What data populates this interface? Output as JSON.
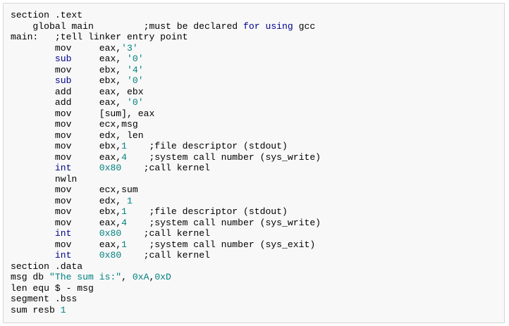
{
  "colors": {
    "background": "#f8f8f8",
    "border": "#d6d6d6",
    "plain": "#000000",
    "keyword": "#00008b",
    "literal": "#008080"
  },
  "code_lines": [
    [
      {
        "t": "section .text",
        "c": "pl"
      }
    ],
    [
      {
        "t": "    global main         ;must be declared ",
        "c": "pl"
      },
      {
        "t": "for",
        "c": "kw"
      },
      {
        "t": " ",
        "c": "pl"
      },
      {
        "t": "using",
        "c": "kw"
      },
      {
        "t": " gcc",
        "c": "pl"
      }
    ],
    [
      {
        "t": "main:   ;tell linker entry point",
        "c": "pl"
      }
    ],
    [
      {
        "t": "        mov     eax,",
        "c": "pl"
      },
      {
        "t": "'3'",
        "c": "str"
      }
    ],
    [
      {
        "t": "        ",
        "c": "pl"
      },
      {
        "t": "sub",
        "c": "kw"
      },
      {
        "t": "     eax, ",
        "c": "pl"
      },
      {
        "t": "'0'",
        "c": "str"
      }
    ],
    [
      {
        "t": "        mov     ebx, ",
        "c": "pl"
      },
      {
        "t": "'4'",
        "c": "str"
      }
    ],
    [
      {
        "t": "        ",
        "c": "pl"
      },
      {
        "t": "sub",
        "c": "kw"
      },
      {
        "t": "     ebx, ",
        "c": "pl"
      },
      {
        "t": "'0'",
        "c": "str"
      }
    ],
    [
      {
        "t": "        add     eax, ebx",
        "c": "pl"
      }
    ],
    [
      {
        "t": "        add     eax, ",
        "c": "pl"
      },
      {
        "t": "'0'",
        "c": "str"
      }
    ],
    [
      {
        "t": "        mov     [sum], eax",
        "c": "pl"
      }
    ],
    [
      {
        "t": "        mov     ecx,msg",
        "c": "pl"
      }
    ],
    [
      {
        "t": "        mov     edx, len",
        "c": "pl"
      }
    ],
    [
      {
        "t": "        mov     ebx,",
        "c": "pl"
      },
      {
        "t": "1",
        "c": "num"
      },
      {
        "t": "    ;file descriptor (stdout)",
        "c": "pl"
      }
    ],
    [
      {
        "t": "        mov     eax,",
        "c": "pl"
      },
      {
        "t": "4",
        "c": "num"
      },
      {
        "t": "    ;system call number (sys_write)",
        "c": "pl"
      }
    ],
    [
      {
        "t": "        ",
        "c": "pl"
      },
      {
        "t": "int",
        "c": "kw"
      },
      {
        "t": "     ",
        "c": "pl"
      },
      {
        "t": "0x80",
        "c": "num"
      },
      {
        "t": "    ;call kernel",
        "c": "pl"
      }
    ],
    [
      {
        "t": "        nwln",
        "c": "pl"
      }
    ],
    [
      {
        "t": "        mov     ecx,sum",
        "c": "pl"
      }
    ],
    [
      {
        "t": "        mov     edx, ",
        "c": "pl"
      },
      {
        "t": "1",
        "c": "num"
      }
    ],
    [
      {
        "t": "        mov     ebx,",
        "c": "pl"
      },
      {
        "t": "1",
        "c": "num"
      },
      {
        "t": "    ;file descriptor (stdout)",
        "c": "pl"
      }
    ],
    [
      {
        "t": "        mov     eax,",
        "c": "pl"
      },
      {
        "t": "4",
        "c": "num"
      },
      {
        "t": "    ;system call number (sys_write)",
        "c": "pl"
      }
    ],
    [
      {
        "t": "        ",
        "c": "pl"
      },
      {
        "t": "int",
        "c": "kw"
      },
      {
        "t": "     ",
        "c": "pl"
      },
      {
        "t": "0x80",
        "c": "num"
      },
      {
        "t": "    ;call kernel",
        "c": "pl"
      }
    ],
    [
      {
        "t": "        mov     eax,",
        "c": "pl"
      },
      {
        "t": "1",
        "c": "num"
      },
      {
        "t": "    ;system call number (sys_exit)",
        "c": "pl"
      }
    ],
    [
      {
        "t": "        ",
        "c": "pl"
      },
      {
        "t": "int",
        "c": "kw"
      },
      {
        "t": "     ",
        "c": "pl"
      },
      {
        "t": "0x80",
        "c": "num"
      },
      {
        "t": "    ;call kernel",
        "c": "pl"
      }
    ],
    [
      {
        "t": "section .data",
        "c": "pl"
      }
    ],
    [
      {
        "t": "msg db ",
        "c": "pl"
      },
      {
        "t": "\"The sum is:\"",
        "c": "str"
      },
      {
        "t": ", ",
        "c": "pl"
      },
      {
        "t": "0xA",
        "c": "num"
      },
      {
        "t": ",",
        "c": "pl"
      },
      {
        "t": "0xD",
        "c": "num"
      }
    ],
    [
      {
        "t": "len equ $ - msg",
        "c": "pl"
      }
    ],
    [
      {
        "t": "segment .bss",
        "c": "pl"
      }
    ],
    [
      {
        "t": "sum resb ",
        "c": "pl"
      },
      {
        "t": "1",
        "c": "num"
      }
    ]
  ]
}
